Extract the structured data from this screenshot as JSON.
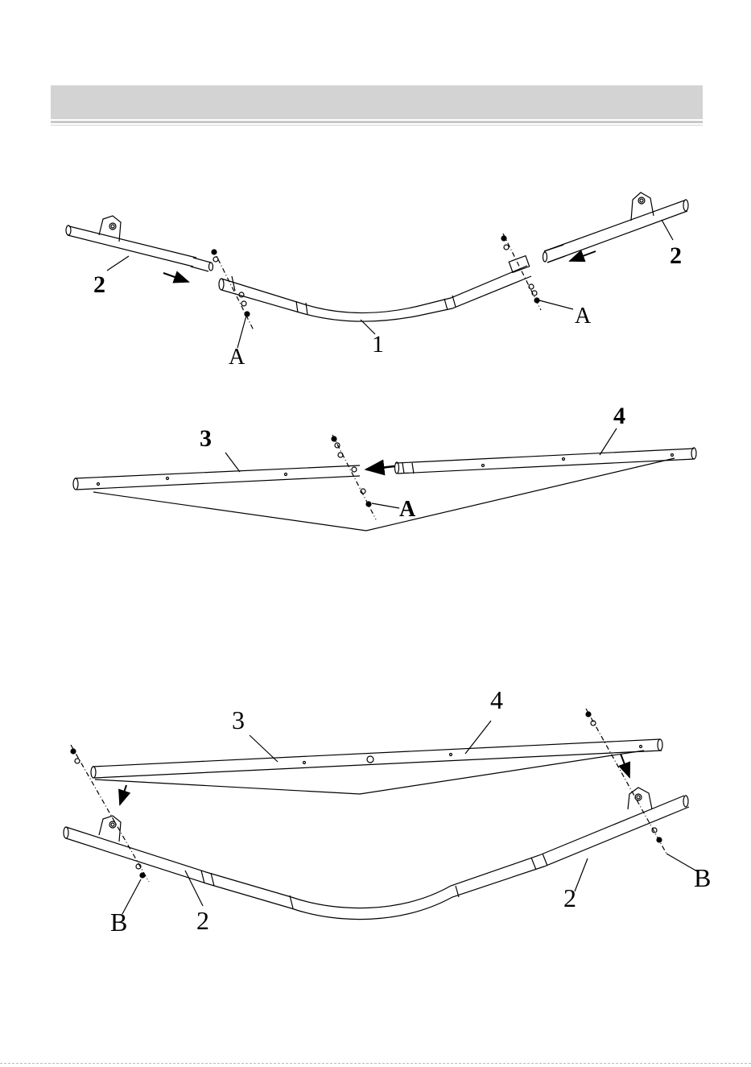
{
  "step1": {
    "labels": {
      "tube_1": "1",
      "tube_2_left": "2",
      "tube_2_right": "2",
      "hardware_left": "A",
      "hardware_right": "A"
    }
  },
  "step2": {
    "labels": {
      "tube_3": "3",
      "tube_4": "4",
      "hardware": "A"
    }
  },
  "step3": {
    "labels": {
      "tube_3": "3",
      "tube_4": "4",
      "tube_2_left": "2",
      "tube_2_right": "2",
      "hardware_left": "B",
      "hardware_right": "B"
    }
  },
  "colors": {
    "line": "#000000",
    "header": "#d3d3d3"
  }
}
